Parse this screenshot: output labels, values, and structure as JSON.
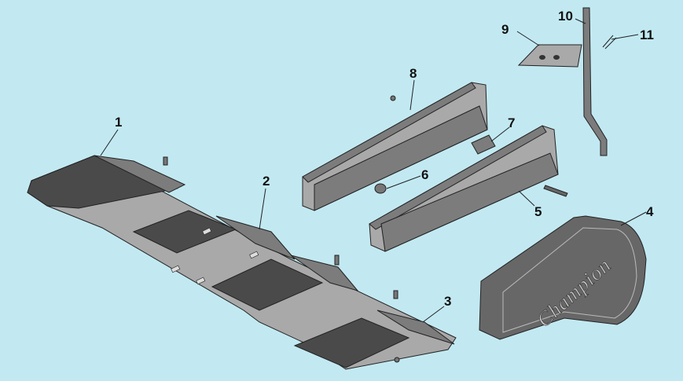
{
  "diagram": {
    "type": "exploded-parts-diagram",
    "callouts": [
      "1",
      "2",
      "3",
      "4",
      "5",
      "6",
      "7",
      "8",
      "9",
      "10",
      "11"
    ],
    "cover_logo": "Champion"
  },
  "colors": {
    "background": "#c2e9f2",
    "part_dark": "#4a4a4a",
    "part_light": "#a9a9a9"
  }
}
